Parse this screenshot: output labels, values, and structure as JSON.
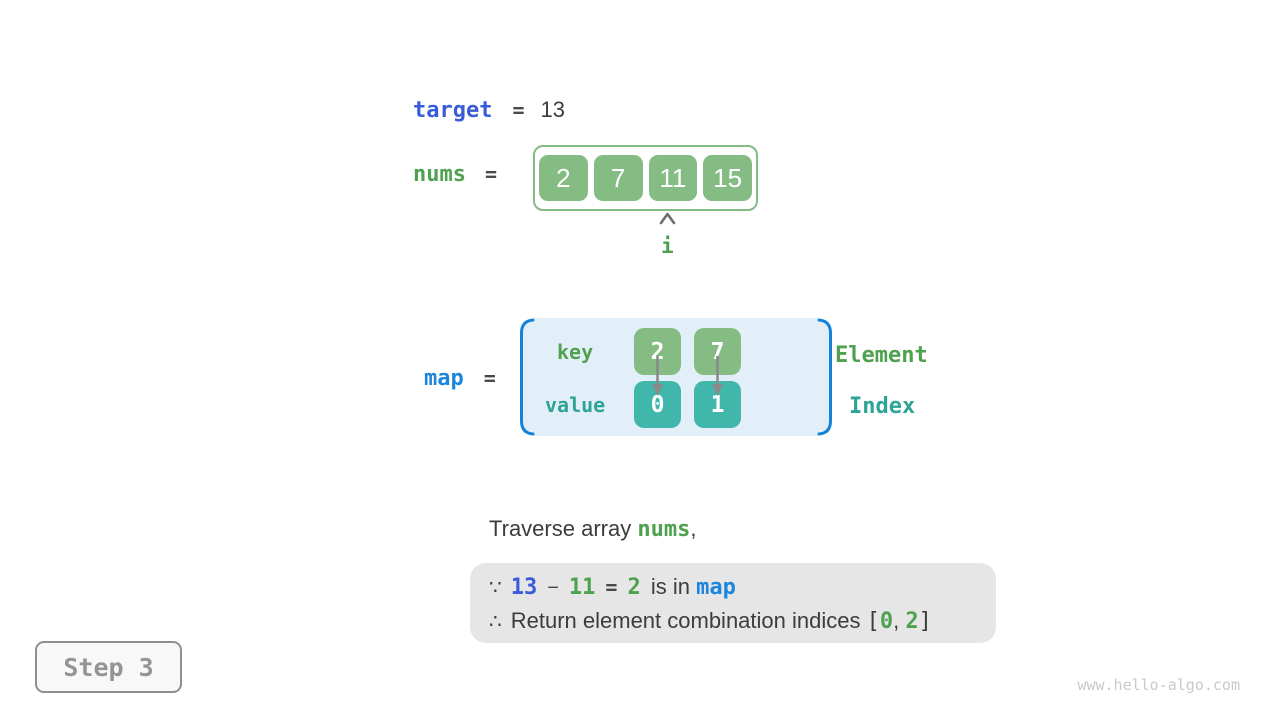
{
  "colors": {
    "array_green": "#84BC84",
    "value_teal": "#41B7AC",
    "map_fill_blue": "#E3EFF8",
    "bracket_blue": "#1484D8",
    "target_blue": "#3A5BD9",
    "map_blue": "#1B86DC",
    "text_green": "#4EA14E",
    "text_teal": "#2EA496",
    "text_dark": "#3C3C3C",
    "conclusion_gray": "#E6E6E6",
    "step_gray": "#949494",
    "arrow_gray": "#8A8A8A",
    "watermark_gray": "#C9C9C9"
  },
  "target_line": {
    "label": "target",
    "equals": "=",
    "value": "13"
  },
  "nums_line": {
    "label": "nums",
    "equals": "=",
    "cells": [
      "2",
      "7",
      "11",
      "15"
    ]
  },
  "index_pointer": {
    "label": "i",
    "points_to_cell": "11"
  },
  "map_section": {
    "label": "map",
    "equals": "=",
    "key_label": "key",
    "value_label": "value",
    "keys": [
      "2",
      "7"
    ],
    "values": [
      "0",
      "1"
    ],
    "element_label": "Element",
    "index_label": "Index"
  },
  "caption": {
    "prefix": "Traverse array ",
    "highlight": "nums",
    "suffix": ","
  },
  "conclusion": {
    "line1": {
      "symbol": "∵",
      "operand1": "13",
      "operator": "−",
      "operand2": "11",
      "equals": "=",
      "result": "2",
      "text": " is in ",
      "map_ref": "map"
    },
    "line2": {
      "symbol": "∴",
      "text": "Return element combination indices ",
      "bracket_open": "[",
      "index1": "0",
      "comma": ", ",
      "index2": "2",
      "bracket_close": "]"
    }
  },
  "step_badge": {
    "label": "Step 3"
  },
  "watermark": {
    "text": "www.hello-algo.com"
  }
}
